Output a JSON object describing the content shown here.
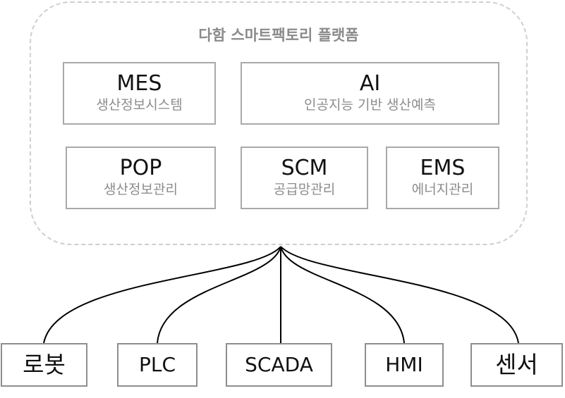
{
  "platform": {
    "title": "다함 스마트팩토리 플랫폼",
    "modules": [
      {
        "id": "mes",
        "name": "MES",
        "desc": "생산정보시스템"
      },
      {
        "id": "ai",
        "name": "AI",
        "desc": "인공지능 기반 생산예측"
      },
      {
        "id": "pop",
        "name": "POP",
        "desc": "생산정보관리"
      },
      {
        "id": "scm",
        "name": "SCM",
        "desc": "공급망관리"
      },
      {
        "id": "ems",
        "name": "EMS",
        "desc": "에너지관리"
      }
    ]
  },
  "devices": [
    "로봇",
    "PLC",
    "SCADA",
    "HMI",
    "센서"
  ],
  "colors": {
    "dashed_border": "#cfcfcf",
    "module_border": "#a9a9a9",
    "device_border": "#8e8e8e",
    "title": "#8a8a8a",
    "sub_text": "#8c8c8c",
    "line": "#000000"
  }
}
